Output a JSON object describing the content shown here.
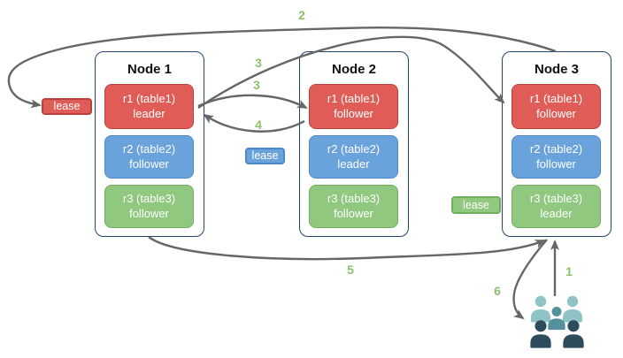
{
  "diagram": {
    "nodes": [
      {
        "title": "Node 1",
        "replicas": [
          {
            "name": "r1 (table1)",
            "role": "leader",
            "color": "red"
          },
          {
            "name": "r2 (table2)",
            "role": "follower",
            "color": "blue"
          },
          {
            "name": "r3 (table3)",
            "role": "follower",
            "color": "green"
          }
        ]
      },
      {
        "title": "Node 2",
        "replicas": [
          {
            "name": "r1 (table1)",
            "role": "follower",
            "color": "red"
          },
          {
            "name": "r2 (table2)",
            "role": "leader",
            "color": "blue"
          },
          {
            "name": "r3 (table3)",
            "role": "follower",
            "color": "green"
          }
        ]
      },
      {
        "title": "Node 3",
        "replicas": [
          {
            "name": "r1 (table1)",
            "role": "follower",
            "color": "red"
          },
          {
            "name": "r2 (table2)",
            "role": "follower",
            "color": "blue"
          },
          {
            "name": "r3 (table3)",
            "role": "leader",
            "color": "green"
          }
        ]
      }
    ],
    "leases": [
      {
        "label": "lease",
        "color": "#e05c57"
      },
      {
        "label": "lease",
        "color": "#6aa3dc"
      },
      {
        "label": "lease",
        "color": "#90c87f"
      }
    ],
    "arrows": [
      {
        "label": "2",
        "from": "Node 3 top",
        "to": "red lease badge at Node 1"
      },
      {
        "label": "3",
        "from": "Node 1 r1 leader",
        "to": "Node 3 r1 follower"
      },
      {
        "label": "3",
        "from": "Node 1 r1 leader",
        "to": "Node 2 r1 follower"
      },
      {
        "label": "4",
        "from": "Node 2 r1 follower",
        "to": "Node 1 r1 leader"
      },
      {
        "label": "5",
        "from": "Node 1 bottom",
        "to": "Node 3 bottom"
      },
      {
        "label": "1",
        "from": "clients",
        "to": "Node 3 bottom"
      },
      {
        "label": "6",
        "from": "Node 3 bottom",
        "to": "clients"
      }
    ],
    "icons": {
      "clients": "users-group-icon"
    },
    "colors": {
      "replica_red": "#e05c57",
      "replica_blue": "#6aa3dc",
      "replica_green": "#90c87f",
      "node_border": "#24456b",
      "arrow_gray": "#666666",
      "step_label_green": "#8cc06c",
      "users_light_teal": "#8fc3c6",
      "users_medium_teal": "#55919c",
      "users_dark_slate": "#2d4d5c"
    }
  }
}
